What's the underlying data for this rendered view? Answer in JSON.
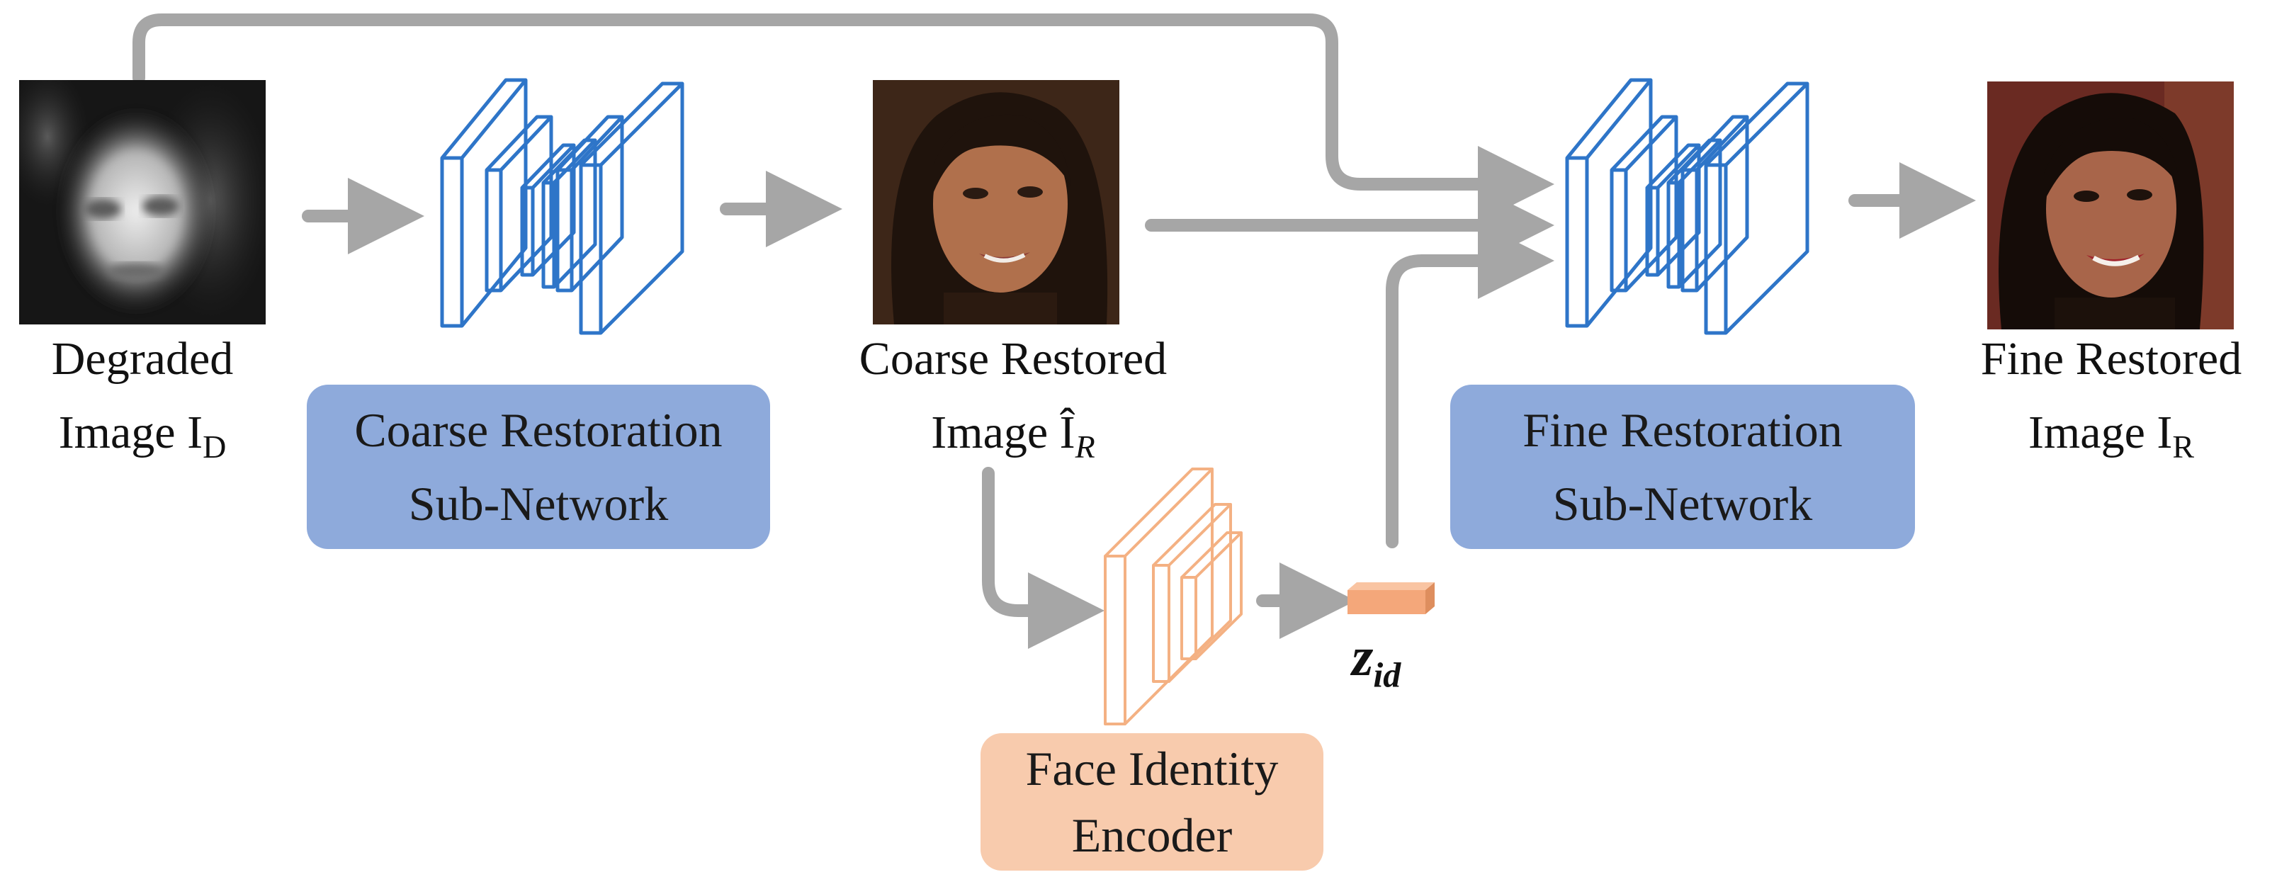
{
  "colors": {
    "arrow": "#a6a6a6",
    "coarse_network": "#2e75c8",
    "encoder": "#f4b183",
    "network_box": "#8eaadb",
    "encoder_box": "#f8cbad",
    "zid_block": "#f4a77a"
  },
  "degraded": {
    "label_line1": "Degraded",
    "label_line2": "Image I",
    "subscript": "D"
  },
  "coarse_net": {
    "label_line1": "Coarse Restoration",
    "label_line2": "Sub-Network"
  },
  "coarse_img": {
    "label_line1": "Coarse Restored",
    "label_line2": "Image Î",
    "subscript": "R"
  },
  "fine_net": {
    "label_line1": "Fine Restoration",
    "label_line2": "Sub-Network"
  },
  "fine_img": {
    "label_line1": "Fine Restored",
    "label_line2": "Image I",
    "subscript": "R"
  },
  "encoder": {
    "label_line1": "Face Identity",
    "label_line2": "Encoder"
  },
  "zid": {
    "symbol": "z",
    "subscript": "id"
  }
}
